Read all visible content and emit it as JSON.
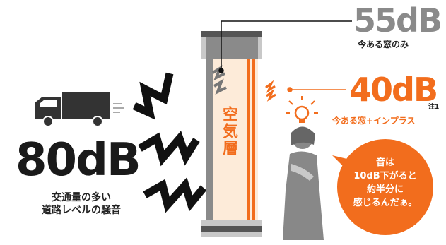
{
  "left": {
    "db_value": "80dB",
    "caption_line1": "交通量の多い",
    "caption_line2": "道路レベルの騒音"
  },
  "top_right": {
    "db_value": "55dB",
    "caption": "今ある窓のみ"
  },
  "middle_right": {
    "db_value": "40dB",
    "note_mark": "注1",
    "caption": "今ある窓+インプラス"
  },
  "window": {
    "air_layer_label": "空気層"
  },
  "bubble": {
    "line1": "音は",
    "line2": "10dB下がると",
    "line3": "約半分に",
    "line4": "感じるんだぁ。"
  },
  "colors": {
    "orange": "#f26d1d",
    "dark": "#222222",
    "gray": "#8a8a8a",
    "light_gray": "#c8c8c8",
    "cream": "#fdebd9"
  }
}
